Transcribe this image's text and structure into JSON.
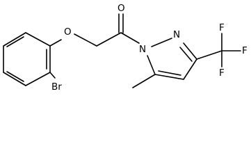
{
  "atoms": {
    "bromine": "Br",
    "ether_oxygen": "O",
    "carbonyl_oxygen": "O",
    "pyrazole_n1": "N",
    "pyrazole_n2": "N",
    "fluorine_1": "F",
    "fluorine_2": "F",
    "fluorine_3": "F"
  },
  "colors": {
    "bond": "#000000",
    "label": "#000000",
    "background": "#ffffff"
  }
}
